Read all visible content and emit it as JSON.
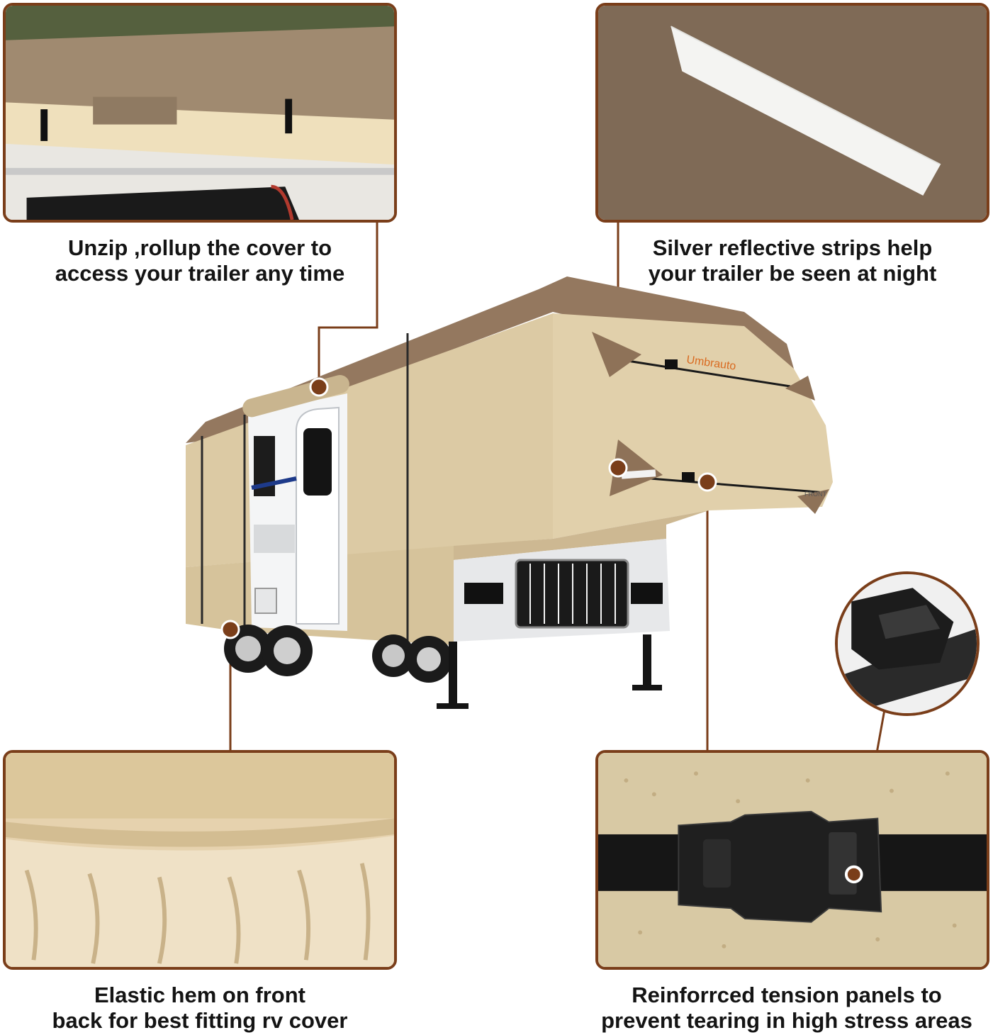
{
  "captions": {
    "rollup": [
      "Unzip ,rollup the cover to",
      "access your trailer any time"
    ],
    "reflective": [
      "Silver reflective strips help",
      "your trailer be seen at night"
    ],
    "elastic": [
      "Elastic hem on front",
      "back for best fitting rv cover"
    ],
    "tension": [
      "Reinforrced tension panels to",
      "prevent tearing in high stress areas"
    ]
  },
  "brand_label": "Umbrauto",
  "front_label": "FRONT",
  "colors": {
    "accent": "#7a3e1a",
    "cover_beige": "#ddc9a3",
    "cover_brown": "#94785f",
    "fabric_brown": "#7f6a56"
  }
}
